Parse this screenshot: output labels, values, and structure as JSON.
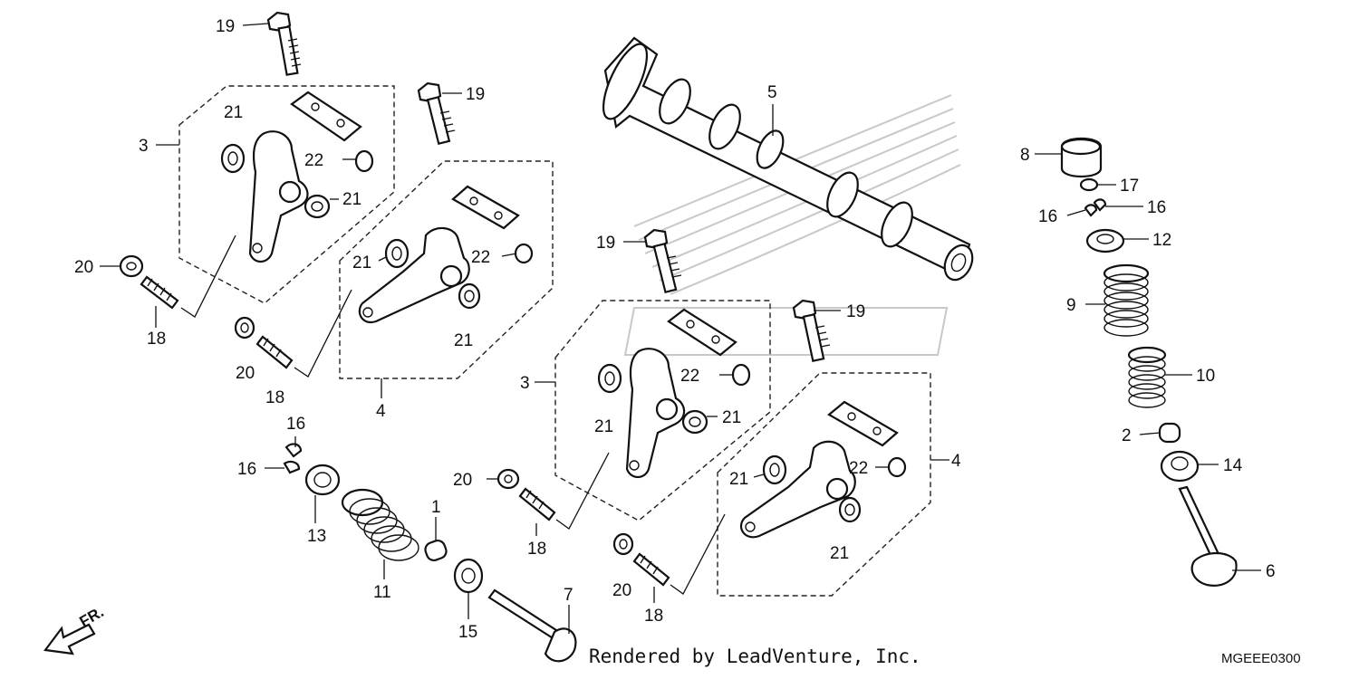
{
  "labels": {
    "p1": "1",
    "p2": "2",
    "p3a": "3",
    "p3b": "3",
    "p4a": "4",
    "p4b": "4",
    "p5": "5",
    "p6": "6",
    "p7": "7",
    "p8": "8",
    "p9": "9",
    "p10": "10",
    "p11": "11",
    "p12": "12",
    "p13": "13",
    "p14": "14",
    "p15": "15",
    "p16a": "16",
    "p16b": "16",
    "p16c": "16",
    "p16d": "16",
    "p17": "17",
    "p18a": "18",
    "p18b": "18",
    "p18c": "18",
    "p18d": "18",
    "p19a": "19",
    "p19b": "19",
    "p19c": "19",
    "p19d": "19",
    "p20a": "20",
    "p20b": "20",
    "p20c": "20",
    "p20d": "20",
    "p21a": "21",
    "p21b": "21",
    "p21c": "21",
    "p21d": "21",
    "p21e": "21",
    "p21f": "21",
    "p21g": "21",
    "p21h": "21",
    "p22a": "22",
    "p22b": "22",
    "p22c": "22",
    "p22d": "22"
  },
  "direction_label": "FR.",
  "credit": "Rendered by LeadVenture, Inc.",
  "diagram_code": "MGEEE0300"
}
